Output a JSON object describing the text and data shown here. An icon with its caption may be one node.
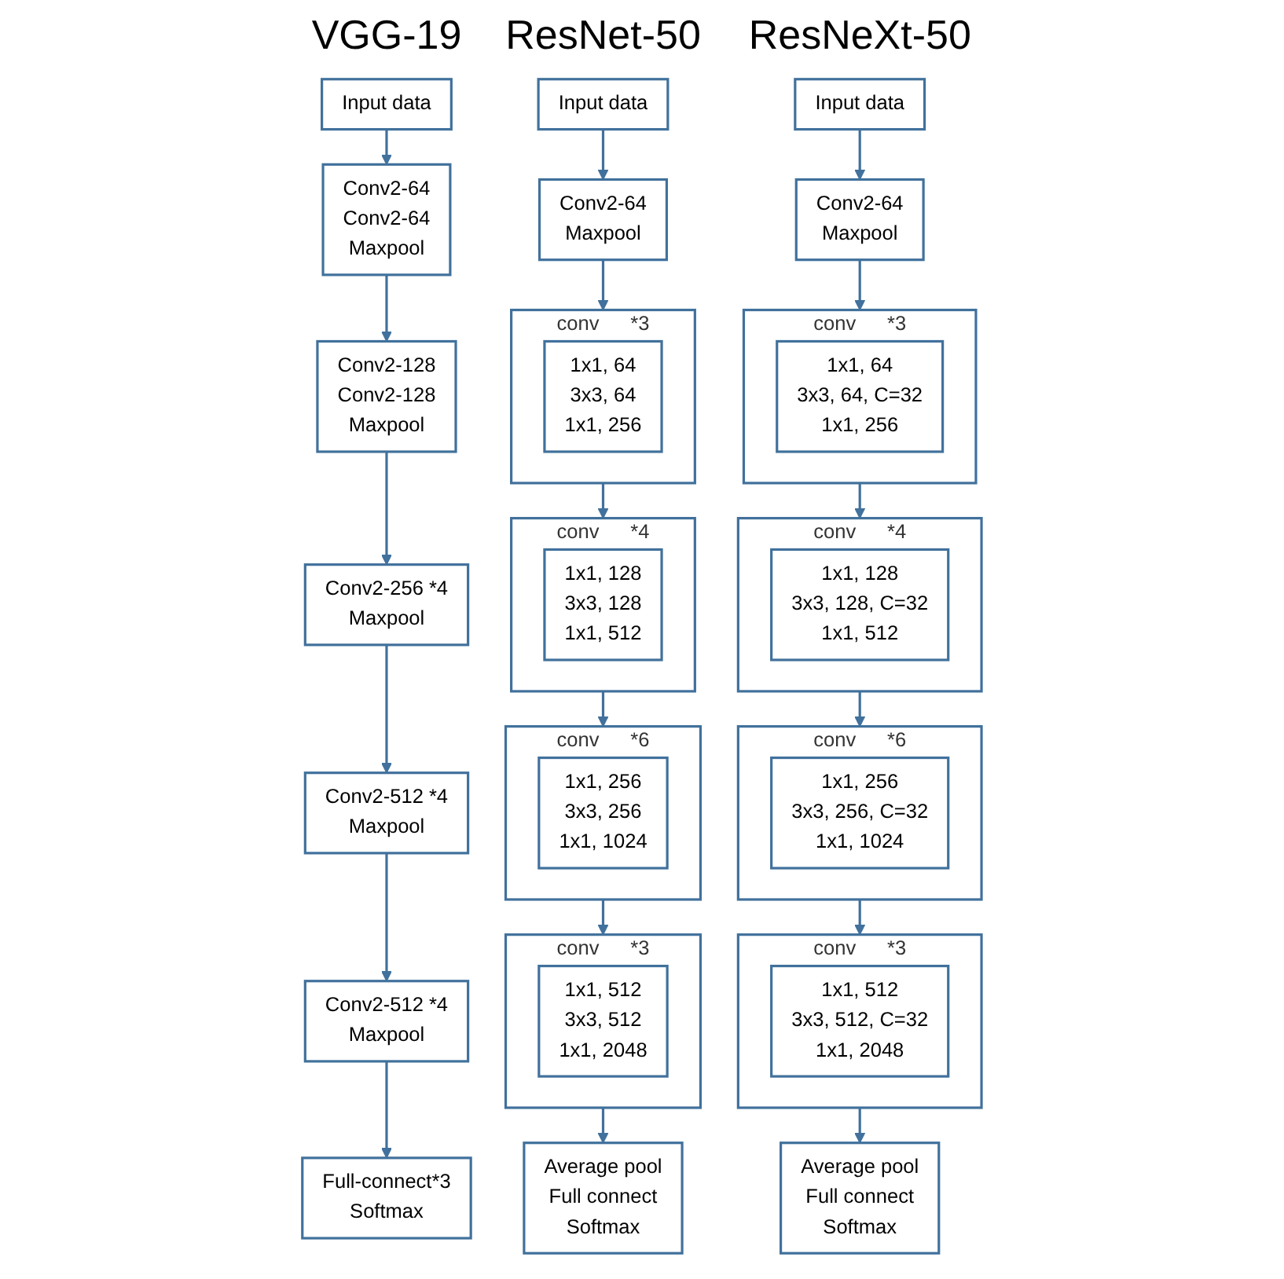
{
  "diagram": {
    "nodes": [
      {
        "text": [
          "Input data"
        ]
      },
      {
        "text": [
          "Conv2-64",
          "Conv2-64",
          "Maxpool"
        ]
      },
      {
        "text": [
          "Conv2-128",
          "Conv2-128",
          "Maxpool"
        ]
      },
      {
        "text": [
          "Conv2-256 *4",
          "Maxpool"
        ]
      },
      {
        "text": [
          "Conv2-512 *4",
          "Maxpool"
        ]
      },
      {
        "text": [
          "Conv2-512 *4",
          "Maxpool"
        ]
      },
      {
        "text": [
          "Full-connect*3",
          "Softmax"
        ]
      },
      {
        "text": [
          "Input data"
        ]
      },
      {
        "text": [
          "Conv2-64",
          "Maxpool"
        ]
      },
      {
        "text": [
          "conv",
          "*3"
        ]
      },
      {
        "text": [
          "1x1, 64",
          "3x3, 64",
          "1x1, 256"
        ],
        "in": 9
      },
      {
        "text": [
          "conv",
          "*4"
        ]
      },
      {
        "text": [
          "1x1, 128",
          "3x3, 128",
          "1x1, 512"
        ],
        "in": 11
      },
      {
        "text": [
          "conv",
          "*6"
        ]
      },
      {
        "text": [
          "1x1, 256",
          "3x3, 256",
          "1x1, 1024"
        ],
        "in": 13
      },
      {
        "text": [
          "conv",
          "*3"
        ]
      },
      {
        "text": [
          "1x1, 512",
          "3x3, 512",
          "1x1, 2048"
        ],
        "in": 15
      },
      {
        "text": [
          "Average pool",
          "Full connect",
          "Softmax"
        ]
      },
      {
        "text": [
          "Input data"
        ]
      },
      {
        "text": [
          "Conv2-64",
          "Maxpool"
        ]
      },
      {
        "text": [
          "conv",
          "*3"
        ]
      },
      {
        "text": [
          "1x1, 64",
          "3x3, 64, C=32",
          "1x1, 256"
        ],
        "in": 20
      },
      {
        "text": [
          "conv",
          "*4"
        ]
      },
      {
        "text": [
          "1x1, 128",
          "3x3, 128, C=32",
          "1x1, 512"
        ],
        "in": 22
      },
      {
        "text": [
          "conv",
          "*6"
        ]
      },
      {
        "text": [
          "1x1, 256",
          "3x3, 256, C=32",
          "1x1, 1024"
        ],
        "in": 24
      },
      {
        "text": [
          "conv",
          "*3"
        ]
      },
      {
        "text": [
          "1x1, 512",
          "3x3, 512, C=32",
          "1x1, 2048"
        ],
        "in": 26
      },
      {
        "text": [
          "Average pool",
          "Full connect",
          "Softmax"
        ]
      }
    ],
    "edges": [
      {
        "from": 0,
        "to": 1,
        "arrow": "to"
      },
      {
        "from": 1,
        "to": 2,
        "arrow": "to"
      },
      {
        "from": 2,
        "to": 3,
        "arrow": "to"
      },
      {
        "from": 3,
        "to": 4,
        "arrow": "to"
      },
      {
        "from": 4,
        "to": 5,
        "arrow": "to"
      },
      {
        "from": 5,
        "to": 6,
        "arrow": "to"
      },
      {
        "from": 7,
        "to": 8,
        "arrow": "to"
      },
      {
        "from": 8,
        "to": 9,
        "arrow": "to"
      },
      {
        "from": 9,
        "to": 11,
        "arrow": "to"
      },
      {
        "from": 11,
        "to": 13,
        "arrow": "to"
      },
      {
        "from": 13,
        "to": 15,
        "arrow": "to"
      },
      {
        "from": 15,
        "to": 17,
        "arrow": "to"
      },
      {
        "from": 18,
        "to": 19,
        "arrow": "to"
      },
      {
        "from": 19,
        "to": 20,
        "arrow": "to"
      },
      {
        "from": 20,
        "to": 22,
        "arrow": "to"
      },
      {
        "from": 22,
        "to": 24,
        "arrow": "to"
      },
      {
        "from": 24,
        "to": 26,
        "arrow": "to"
      },
      {
        "from": 26,
        "to": 28,
        "arrow": "to"
      }
    ],
    "labels": [
      "VGG-19",
      "ResNet-50",
      "ResNeXt-50"
    ]
  }
}
